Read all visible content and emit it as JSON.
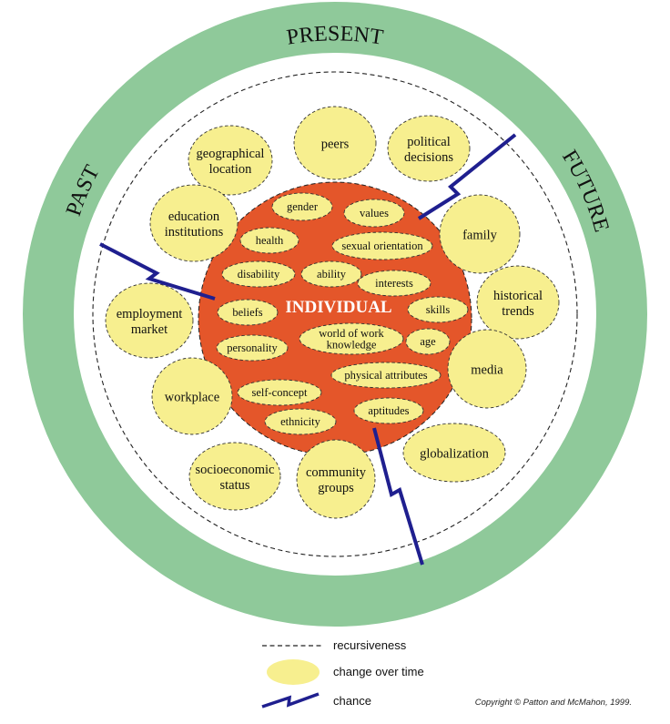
{
  "ring": {
    "top_label": "PRESENT",
    "left_label": "PAST",
    "right_label": "FUTURE"
  },
  "core": {
    "title": "INDIVIDUAL",
    "items": [
      [
        "gender"
      ],
      [
        "values"
      ],
      [
        "health"
      ],
      [
        "sexual orientation"
      ],
      [
        "disability"
      ],
      [
        "ability"
      ],
      [
        "interests"
      ],
      [
        "beliefs"
      ],
      [
        "skills"
      ],
      [
        "world of work",
        "knowledge"
      ],
      [
        "personality"
      ],
      [
        "age"
      ],
      [
        "physical attributes"
      ],
      [
        "self-concept"
      ],
      [
        "ethnicity"
      ],
      [
        "aptitudes"
      ]
    ]
  },
  "context": {
    "items": [
      [
        "peers"
      ],
      [
        "geographical",
        "location"
      ],
      [
        "political",
        "decisions"
      ],
      [
        "education",
        "institutions"
      ],
      [
        "family"
      ],
      [
        "historical",
        "trends"
      ],
      [
        "employment",
        "market"
      ],
      [
        "media"
      ],
      [
        "workplace"
      ],
      [
        "globalization"
      ],
      [
        "socioeconomic",
        "status"
      ],
      [
        "community",
        "groups"
      ]
    ]
  },
  "legend": {
    "recursiveness": "recursiveness",
    "change": "change over time",
    "chance": "chance"
  },
  "copyright": "Copyright © Patton and McMahon, 1999.",
  "colors": {
    "outer_ring": "#8fc99a",
    "oval_fill": "#f7ef8f",
    "core_fill": "#e4562a",
    "bolt": "#1f1f8f"
  }
}
